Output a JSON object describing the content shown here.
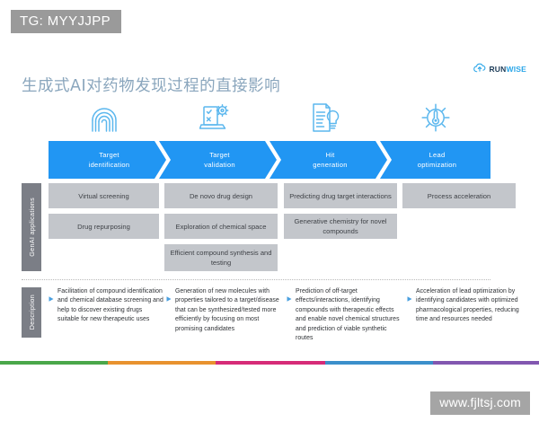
{
  "overlay": {
    "tg_tag": "TG: MYYJJPP",
    "watermark": "www.fjltsj.com"
  },
  "header": {
    "title": "生成式AI对药物发现过程的直接影响",
    "brand": {
      "icon": "cloud-arrow-icon",
      "name_part1": "RUN",
      "name_part2": "WISE"
    }
  },
  "stages": [
    {
      "icon": "fingerprint-icon",
      "line1": "Target",
      "line2": "identification"
    },
    {
      "icon": "laptop-checklist-gear-icon",
      "line1": "Target",
      "line2": "validation"
    },
    {
      "icon": "document-lightbulb-icon",
      "line1": "Hit",
      "line2": "generation"
    },
    {
      "icon": "gear-thermometer-icon",
      "line1": "Lead",
      "line2": "optimization"
    }
  ],
  "rows": {
    "applications_label": "GenAI applications",
    "description_label": "Description"
  },
  "applications": [
    [
      "Virtual screening",
      "Drug repurposing"
    ],
    [
      "De novo drug design",
      "Exploration of chemical space",
      "Efficient compound synthesis and testing"
    ],
    [
      "Predicting drug target interactions",
      "Generative chemistry for novel compounds"
    ],
    [
      "Process acceleration"
    ]
  ],
  "descriptions": [
    "Facilitation of compound identification and chemical database screening and help to discover existing drugs suitable for new therapeutic uses",
    "Generation of new molecules with properties tailored to a target/disease that can be synthesized/tested more efficiently by focusing on most promising candidates",
    "Prediction of off-target effects/interactions, identifying compounds with therapeutic effects and enable novel chemical structures and prediction of viable synthetic routes",
    "Acceleration of lead optimization by identifying candidates with optimized pharmacological properties, reducing time and resources needed"
  ],
  "colors": {
    "accent_blue": "#2196f3",
    "title_blue": "#8aa6bd",
    "box_grey": "#c3c6cb",
    "label_grey": "#7b7e86",
    "bar_green": "#4aa74a",
    "bar_orange": "#e8922f",
    "bar_pink": "#d62b78",
    "bar_blue": "#3b8fcb",
    "bar_purple": "#8257b0"
  },
  "color_bar": [
    {
      "name": "green",
      "hex": "#4aa74a",
      "width": 120
    },
    {
      "name": "orange",
      "hex": "#e8922f",
      "width": 120
    },
    {
      "name": "pink",
      "hex": "#d62b78",
      "width": 122
    },
    {
      "name": "blue",
      "hex": "#3b8fcb",
      "width": 120
    },
    {
      "name": "purple",
      "hex": "#8257b0",
      "width": 118
    }
  ]
}
